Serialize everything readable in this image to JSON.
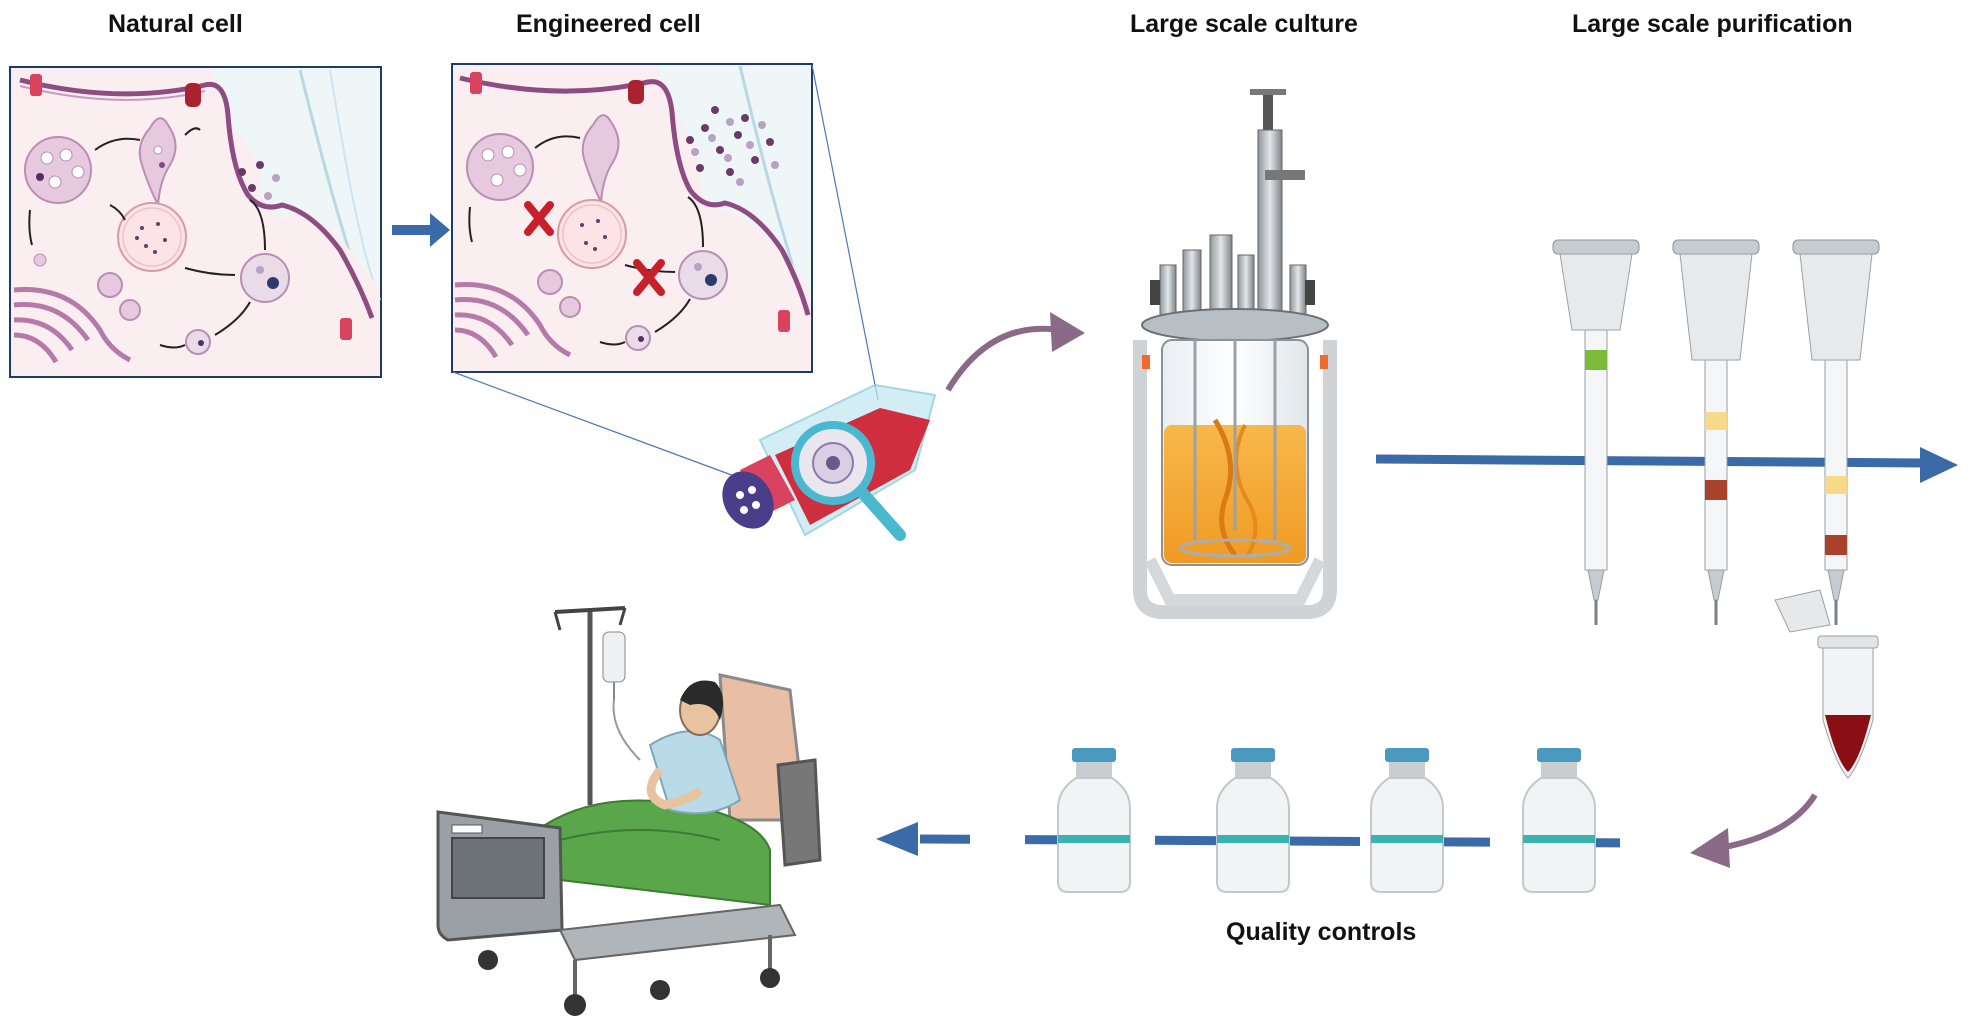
{
  "labels": {
    "natural_cell": "Natural cell",
    "engineered_cell": "Engineered cell",
    "large_scale_culture": "Large scale culture",
    "large_scale_purification": "Large scale purification",
    "quality_controls": "Quality controls"
  },
  "colors": {
    "flow_arrow": "#3a6aa8",
    "curved_arrow": "#8a6a86",
    "membrane": "#8e4d82",
    "culture_medium": "#f2a62a",
    "inhibition_mark": "#c8202a",
    "vial_band": "#3bb3b0",
    "sheet": "#5aa64a"
  },
  "icons": [
    "natural-cell-panel",
    "engineered-cell-panel",
    "culture-flask-icon",
    "magnifier-icon",
    "bioreactor-icon",
    "purification-column-icon",
    "collection-tube-icon",
    "vial-icon",
    "patient-bed-icon",
    "iv-drip-icon",
    "inhibition-x-icon"
  ]
}
